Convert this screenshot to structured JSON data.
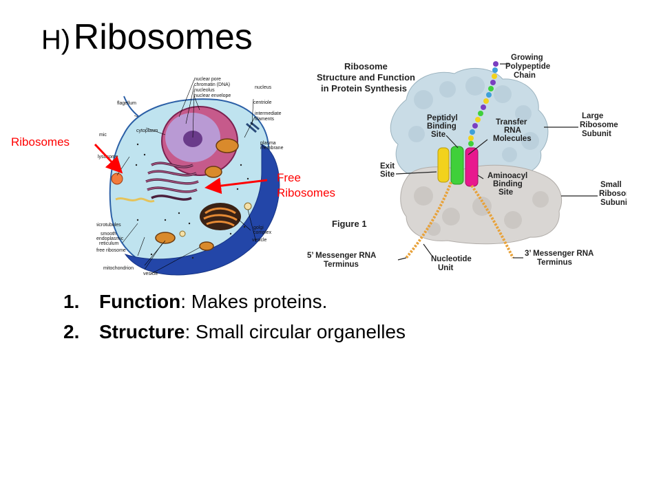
{
  "slide": {
    "title_prefix": "H)",
    "title_main": "Ribosomes"
  },
  "cell_diagram": {
    "callouts": {
      "ribosomes": "Ribosomes",
      "free_line1": "Free",
      "free_line2": "Ribosomes"
    },
    "labels": {
      "nuclear_pore": "nuclear pore",
      "chromatin": "chromatin (DNA)",
      "nucleolus": "nucleolus",
      "nuclear_envelope": "nuclear envelope",
      "nucleus": "nucleus",
      "centriole": "centriole",
      "flagellum": "flagellum",
      "intermediate": "intermediate",
      "filaments": "filaments",
      "mic": "mic",
      "cytoplasm": "cytoplasm",
      "plasma": "plasma",
      "membrane": "membrane",
      "lysosome": "lysosome",
      "microtubules": "microtubules",
      "smooth": "smooth",
      "endoplasmic": "endoplasmic",
      "reticulum": "reticulum",
      "free_ribosome": "free ribosome",
      "mitochondrion": "mitochondrion",
      "vesicle_bottom": "vesicle",
      "golgi": "golgi",
      "complex": "complex",
      "vesicle_right": "vesicle"
    }
  },
  "ribosome_diagram": {
    "heading_line1": "Ribosome",
    "heading_line2": "Structure and Function",
    "heading_line3": "in Protein Synthesis",
    "labels": {
      "growing1": "Growing",
      "growing2": "Polypeptide",
      "growing3": "Chain",
      "peptidyl1": "Peptidyl",
      "peptidyl2": "Binding",
      "peptidyl3": "Site",
      "transfer1": "Transfer",
      "transfer2": "RNA",
      "transfer3": "Molecules",
      "large1": "Large",
      "large2": "Ribosome",
      "large3": "Subunit",
      "exit1": "Exit",
      "exit2": "Site",
      "amino1": "Aminoacyl",
      "amino2": "Binding",
      "amino3": "Site",
      "small1": "Small",
      "small2": "Ribosome",
      "small3": "Subunit",
      "figure": "Figure 1",
      "five1": "5’ Messenger RNA",
      "five2": "Terminus",
      "nucleo1": "Nucleotide",
      "nucleo2": "Unit",
      "three1": "3’ Messenger RNA",
      "three2": "Terminus"
    }
  },
  "points": [
    {
      "number": "1.",
      "term": "Function",
      "rest": ":  Makes proteins."
    },
    {
      "number": "2.",
      "term": "Structure",
      "rest": ": Small circular organelles"
    }
  ]
}
